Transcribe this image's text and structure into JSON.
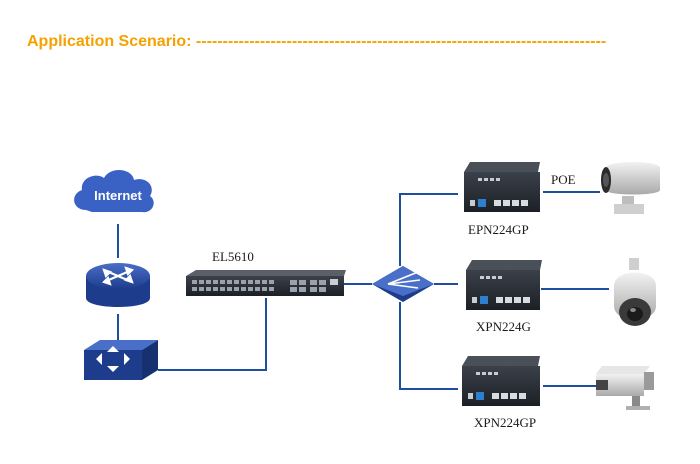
{
  "title": "Application Scenario: -----------------------------------------------------------------------------",
  "nodes": {
    "internet": "Internet",
    "core_switch": "EL5610",
    "onu_top": "EPN224GP",
    "onu_mid": "XPN224G",
    "onu_bottom": "XPN224GP"
  },
  "links": {
    "poe": "POE"
  },
  "colors": {
    "title": "#f5a100",
    "link": "#1f4f9c",
    "device_dark": "#2a2f36"
  },
  "icons": {
    "cloud": "cloud-icon",
    "router": "router-icon",
    "switch": "switch-icon",
    "splitter": "splitter-icon",
    "camera_bullet": "bullet-camera-icon",
    "camera_dome": "dome-camera-icon",
    "camera_box": "box-camera-icon"
  }
}
